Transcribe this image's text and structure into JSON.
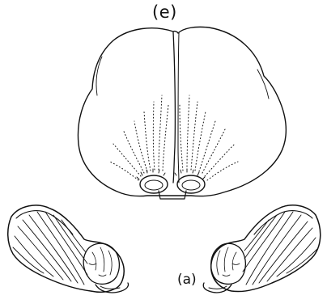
{
  "labels": {
    "upper": "(e)",
    "lower": "(a)"
  },
  "figure": {
    "panels": [
      {
        "label_ref": "upper",
        "subject": "bilobed-upper-illustration-icon"
      },
      {
        "label_ref": "lower",
        "subject": "paired-lower-illustrations-icon"
      }
    ],
    "ink_color": "#111111",
    "background_color": "#ffffff"
  }
}
